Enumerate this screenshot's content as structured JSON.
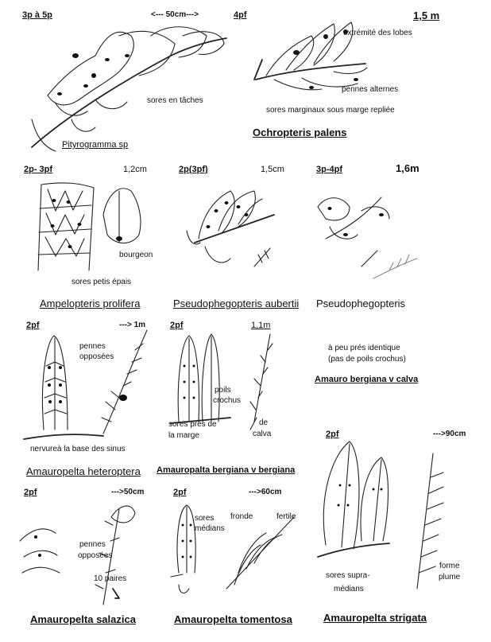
{
  "panels": {
    "pityrogramma": {
      "scale": "3p à 5p",
      "size": "<--- 50cm--->",
      "note": "sores en tâches",
      "name": "Pityrogramma  sp"
    },
    "ochropteris": {
      "scale": "4pf",
      "size": "1,5 m",
      "note_lobes": "extrémité des lobes",
      "note_pinnae": "pennes alternes",
      "note_sori": "sores marginaux sous marge repliée",
      "name": "Ochropteris palens"
    },
    "ampelopteris": {
      "scale": "2p- 3pf",
      "size": "1,2cm",
      "note_bud": "bourgeon",
      "note_sori": "sores petis épais",
      "name": "Ampelopteris prolifera"
    },
    "pseudophegopteris_aubertii": {
      "scale": "2p(3pf)",
      "size": "1,5cm",
      "name": "Pseudophegopteris aubertii"
    },
    "pseudophegopteris": {
      "scale": "3p-4pf",
      "size": "1,6m",
      "name": "Pseudophegopteris"
    },
    "heteroptera": {
      "scale": "2pf",
      "size": "---> 1m",
      "note_pinnae_1": "pennes",
      "note_pinnae_2": "opposées",
      "note_vein": "nervureà la base des sinus",
      "name": "Amauropelta heteroptera"
    },
    "bergiana": {
      "scale": "2pf",
      "size": "1,1m",
      "note_hairs_1": "poils",
      "note_hairs_2": "crochus",
      "note_sori_1": "sores prés de",
      "note_sori_2": "la marge",
      "note_de": "de",
      "note_calva": "calva",
      "name": "Amauropalta bergiana v bergiana"
    },
    "calva": {
      "note_1": "à peu prés identique",
      "note_2": "(pas de poils crochus)",
      "name": "Amauro bergiana v calva"
    },
    "salazica": {
      "scale": "2pf",
      "size": "--->50cm",
      "note_pinnae_1": "pennes",
      "note_pinnae_2": "opposées",
      "note_pairs": "10 paires",
      "name": "Amauropelta salazica"
    },
    "tomentosa": {
      "scale": "2pf",
      "size": "--->60cm",
      "note_sori_1": "sores",
      "note_sori_2": "médians",
      "note_frond": "fronde",
      "note_fertile": "fertile",
      "name": "Amauropelta tomentosa"
    },
    "strigata": {
      "scale": "2pf",
      "size": "--->90cm",
      "note_sori_1": "sores supra-",
      "note_sori_2": "médians",
      "note_form_1": "forme",
      "note_form_2": "plume",
      "name": "Amauropelta strigata"
    }
  }
}
